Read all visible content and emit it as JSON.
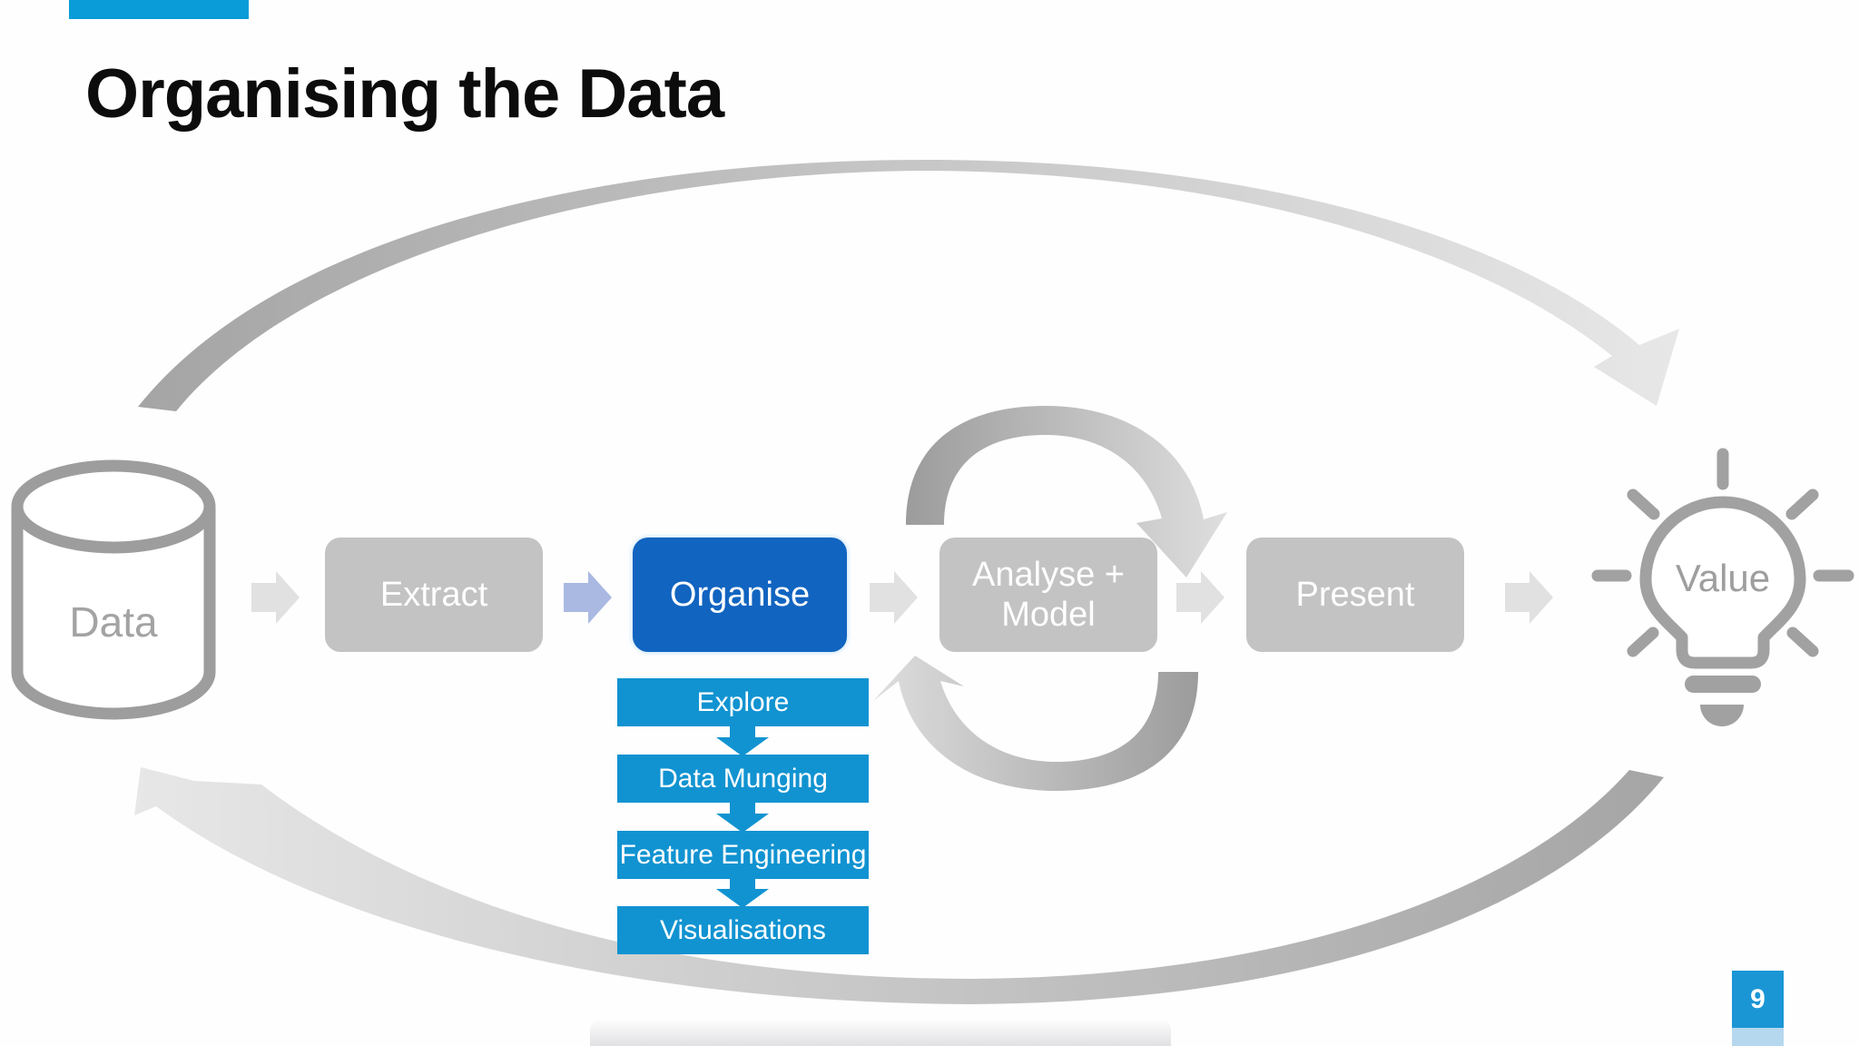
{
  "slide": {
    "title": "Organising the Data",
    "page_number": "9"
  },
  "flow": {
    "source": {
      "label": "Data",
      "icon": "database-cylinder-icon"
    },
    "stages": [
      {
        "label": "Extract",
        "state": "inactive"
      },
      {
        "label": "Organise",
        "state": "active"
      },
      {
        "label": "Analyse + Model",
        "line1": "Analyse +",
        "line2": "Model",
        "state": "inactive"
      },
      {
        "label": "Present",
        "state": "inactive"
      }
    ],
    "outcome": {
      "label": "Value",
      "icon": "lightbulb-icon"
    },
    "organise_substeps": [
      {
        "label": "Explore"
      },
      {
        "label": "Data Munging"
      },
      {
        "label": "Feature Engineering"
      },
      {
        "label": "Visualisations"
      }
    ],
    "loops": [
      {
        "name": "value-to-data-feedback-loop"
      },
      {
        "name": "analyse-model-iteration-cycle"
      }
    ]
  },
  "colors": {
    "accent_cyan": "#0a9cd8",
    "active_stage_blue": "#1164c0",
    "inactive_stage_gray": "#c3c3c3",
    "substep_cyan": "#1193d1",
    "page_badge_blue": "#1b96d5",
    "page_badge_strip_blue": "#b5d8ee",
    "flow_arrow_gray": "#e1e1e1",
    "flow_arrow_blue": "#a9b9e2",
    "outline_gray": "#9e9e9e"
  }
}
